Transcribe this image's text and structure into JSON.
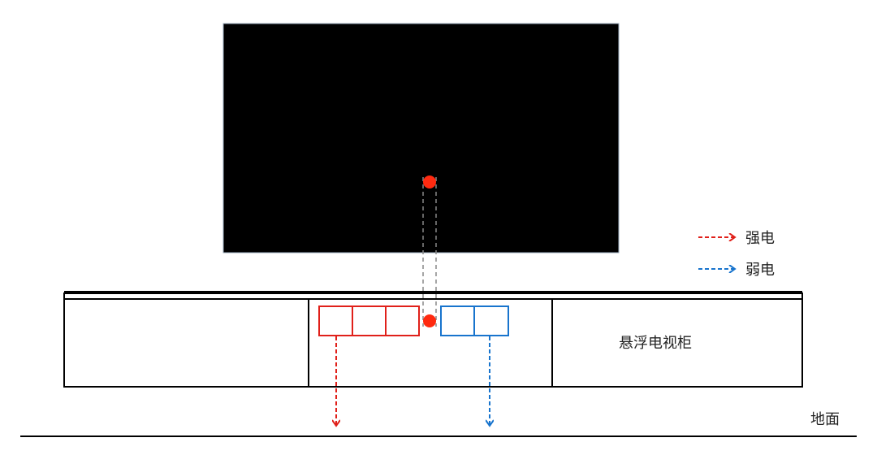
{
  "labels": {
    "cabinet": "悬浮电视柜",
    "floor": "地面"
  },
  "legend": [
    {
      "label": "强电",
      "color": "#e0201a"
    },
    {
      "label": "弱电",
      "color": "#1874cd"
    }
  ],
  "colors": {
    "tv": "#000000",
    "dot": "#ff2a10",
    "guide": "#888888"
  }
}
